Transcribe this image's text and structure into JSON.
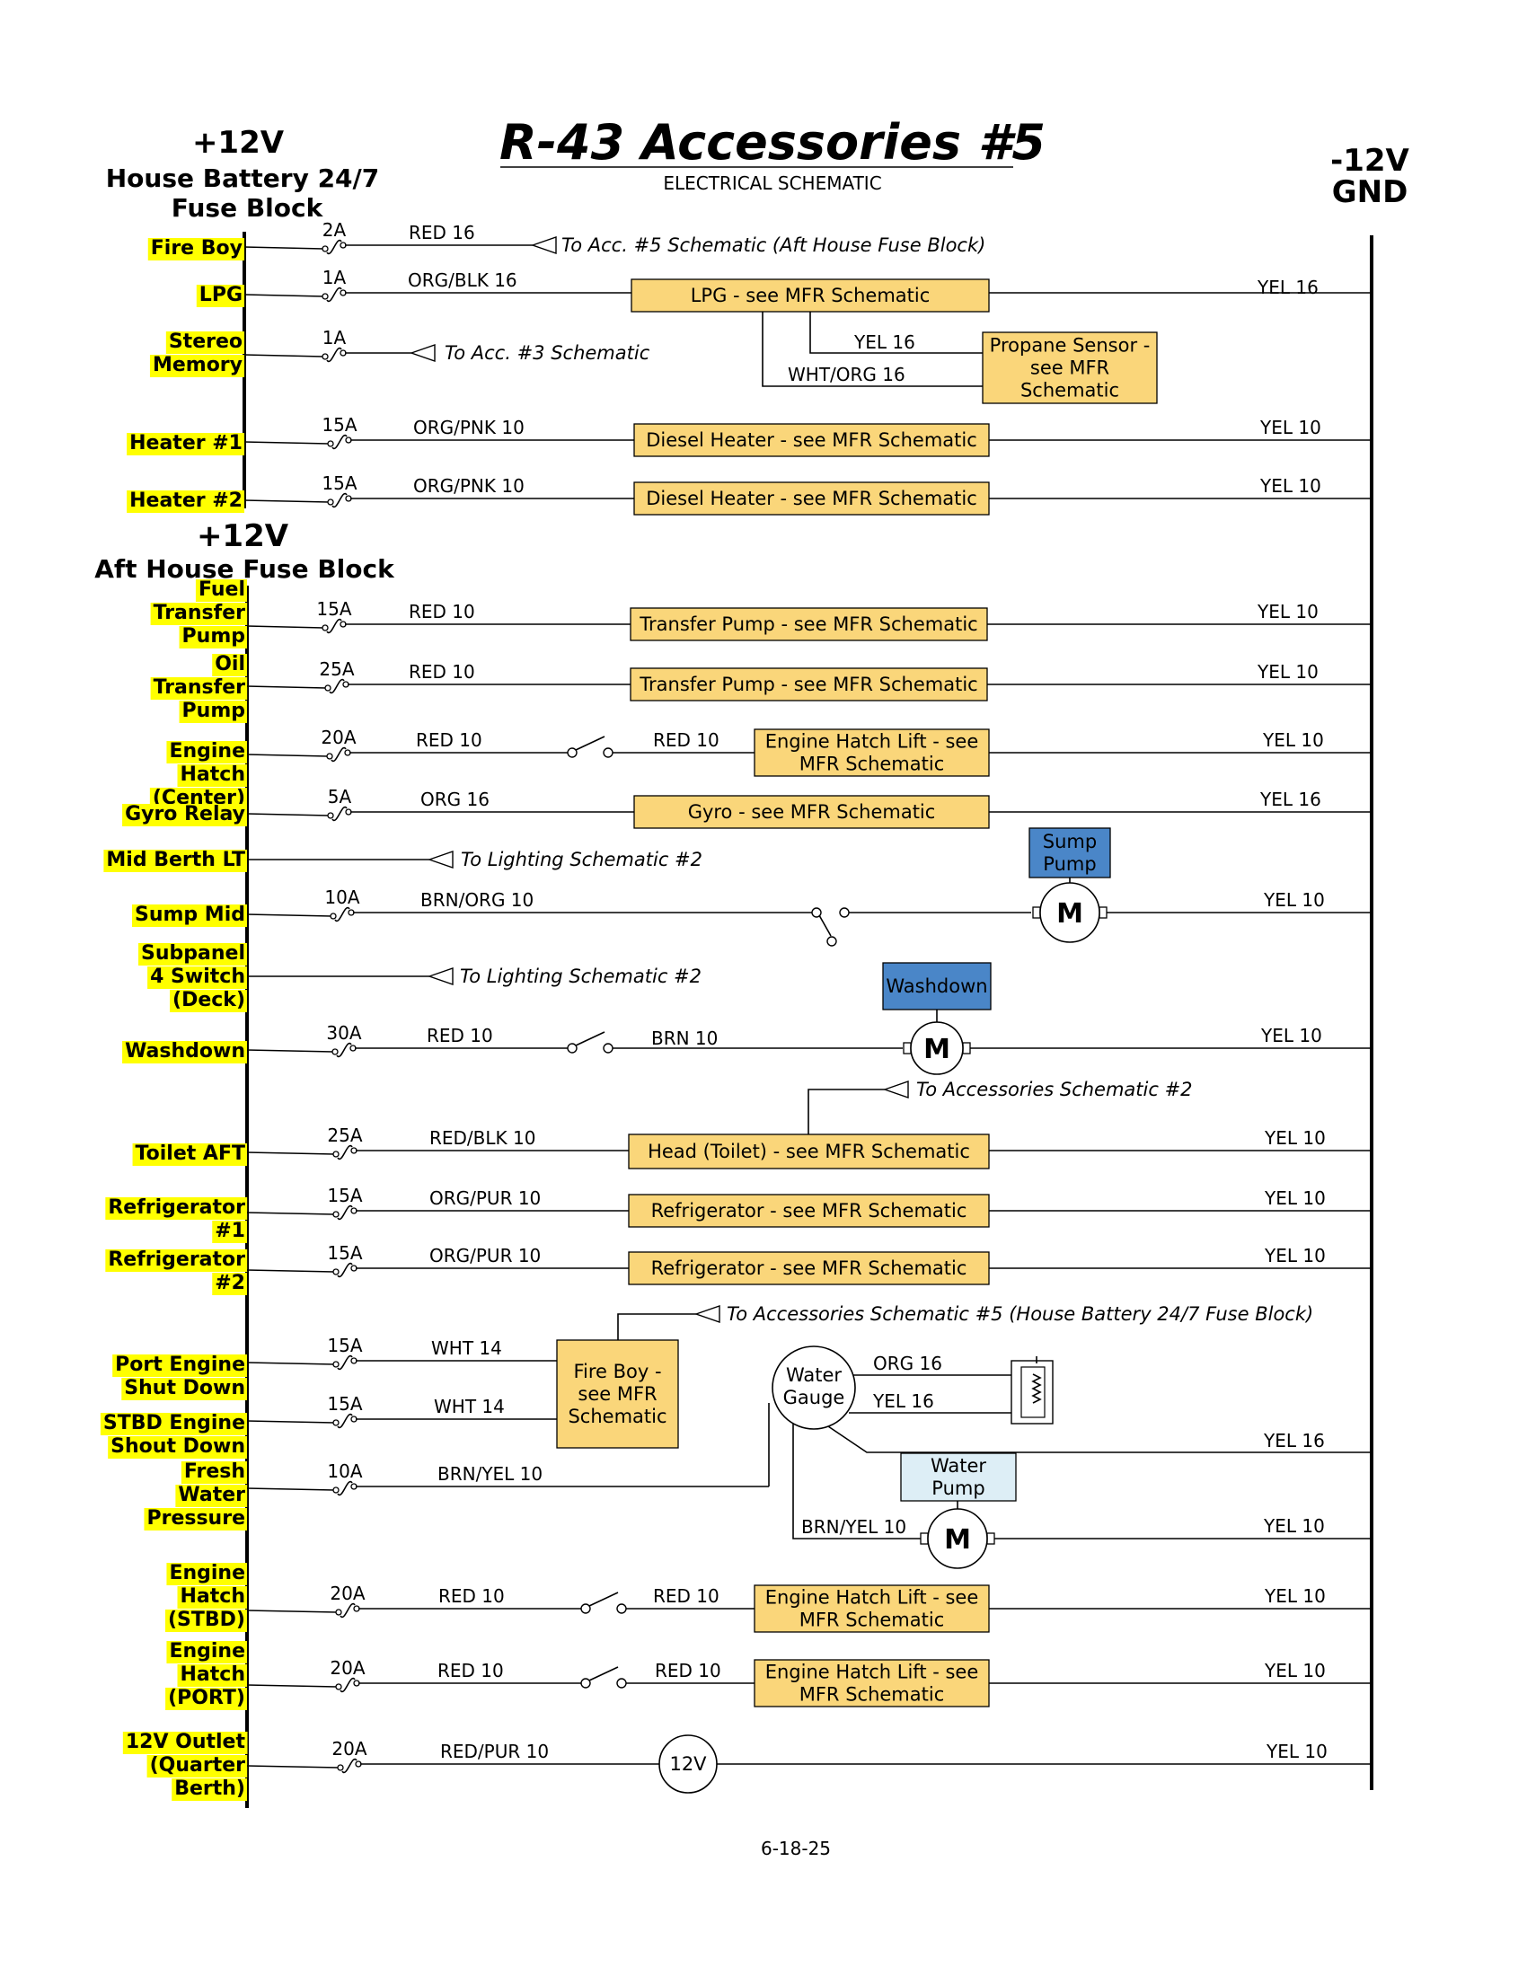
{
  "title": "R-43 Accessories #5",
  "subtitle": "ELECTRICAL SCHEMATIC",
  "date": "6-18-25",
  "left_header_1": {
    "voltage": "+12V",
    "name_line1": "House Battery 24/7",
    "name_line2": "Fuse Block"
  },
  "left_header_2": {
    "voltage": "+12V",
    "name": "Aft House Fuse Block"
  },
  "right_header": {
    "line1": "-12V",
    "line2": "GND"
  },
  "colors": {
    "highlight": "#ffff00",
    "mfr_box": "#fad67a",
    "blue_box": "#4a86c8",
    "light_blue_box": "#ddeef6"
  },
  "circuits": [
    {
      "label": [
        "Fire Boy"
      ],
      "fuse": "2A",
      "wire": "RED 16",
      "ref": "To Acc. #5 Schematic (Aft House Fuse Block)"
    },
    {
      "label": [
        "LPG"
      ],
      "fuse": "1A",
      "wire": "ORG/BLK 16",
      "box": "LPG - see MFR Schematic",
      "gnd": "YEL 16"
    },
    {
      "label": [
        "Stereo",
        "Memory"
      ],
      "fuse": "1A",
      "ref": "To Acc. #3 Schematic"
    },
    {
      "label": [
        "Heater #1"
      ],
      "fuse": "15A",
      "wire": "ORG/PNK 10",
      "box": "Diesel Heater - see MFR Schematic",
      "gnd": "YEL 10"
    },
    {
      "label": [
        "Heater #2"
      ],
      "fuse": "15A",
      "wire": "ORG/PNK 10",
      "box": "Diesel Heater - see MFR Schematic",
      "gnd": "YEL 10"
    },
    {
      "label": [
        "Fuel",
        "Transfer",
        "Pump"
      ],
      "fuse": "15A",
      "wire": "RED 10",
      "box": "Transfer Pump - see MFR Schematic",
      "gnd": "YEL 10"
    },
    {
      "label": [
        "Oil",
        "Transfer",
        "Pump"
      ],
      "fuse": "25A",
      "wire": "RED 10",
      "box": "Transfer Pump - see MFR Schematic",
      "gnd": "YEL 10"
    },
    {
      "label": [
        "Engine",
        "Hatch",
        "(Center)"
      ],
      "fuse": "20A",
      "wire": "RED 10",
      "wire2": "RED 10",
      "box": [
        "Engine Hatch Lift - see",
        "MFR Schematic"
      ],
      "gnd": "YEL 10"
    },
    {
      "label": [
        "Gyro Relay"
      ],
      "fuse": "5A",
      "wire": "ORG 16",
      "box": "Gyro - see MFR Schematic",
      "gnd": "YEL 16"
    },
    {
      "label": [
        "Mid Berth LT"
      ],
      "ref": "To Lighting Schematic #2"
    },
    {
      "label": [
        "Sump Mid"
      ],
      "fuse": "10A",
      "wire": "BRN/ORG 10",
      "motor": "M",
      "device": [
        "Sump",
        "Pump"
      ],
      "gnd": "YEL 10"
    },
    {
      "label": [
        "Subpanel",
        "4 Switch",
        "(Deck)"
      ],
      "ref": "To Lighting Schematic #2"
    },
    {
      "label": [
        "Washdown"
      ],
      "fuse": "30A",
      "wire": "RED 10",
      "wire2": "BRN 10",
      "motor": "M",
      "device": "Washdown",
      "gnd": "YEL 10"
    },
    {
      "label": [
        "Toilet AFT"
      ],
      "fuse": "25A",
      "wire": "RED/BLK 10",
      "box": "Head (Toilet) - see MFR Schematic",
      "gnd": "YEL 10",
      "ref": "To Accessories Schematic #2"
    },
    {
      "label": [
        "Refrigerator",
        "#1"
      ],
      "fuse": "15A",
      "wire": "ORG/PUR 10",
      "box": "Refrigerator - see MFR Schematic",
      "gnd": "YEL 10"
    },
    {
      "label": [
        "Refrigerator",
        "#2"
      ],
      "fuse": "15A",
      "wire": "ORG/PUR 10",
      "box": "Refrigerator - see MFR Schematic",
      "gnd": "YEL 10"
    },
    {
      "label": [
        "Port Engine",
        "Shut Down"
      ],
      "fuse": "15A",
      "wire": "WHT 14",
      "ref": "To Accessories Schematic #5 (House Battery 24/7 Fuse Block)"
    },
    {
      "label": [
        "STBD Engine",
        "Shout Down"
      ],
      "fuse": "15A",
      "wire": "WHT 14"
    },
    {
      "label": [
        "Fresh",
        "Water",
        "Pressure"
      ],
      "fuse": "10A",
      "wire": "BRN/YEL 10",
      "wire2": "BRN/YEL 10",
      "motor": "M",
      "device": [
        "Water",
        "Pump"
      ],
      "gnd": "YEL 10"
    },
    {
      "label": [
        "Engine",
        "Hatch",
        "(STBD)"
      ],
      "fuse": "20A",
      "wire": "RED 10",
      "wire2": "RED 10",
      "box": [
        "Engine Hatch Lift - see",
        "MFR Schematic"
      ],
      "gnd": "YEL 10"
    },
    {
      "label": [
        "Engine",
        "Hatch",
        "(PORT)"
      ],
      "fuse": "20A",
      "wire": "RED 10",
      "wire2": "RED 10",
      "box": [
        "Engine Hatch Lift - see",
        "MFR Schematic"
      ],
      "gnd": "YEL 10"
    },
    {
      "label": [
        "12V Outlet",
        "(Quarter",
        "Berth)"
      ],
      "fuse": "20A",
      "wire": "RED/PUR 10",
      "outlet": "12V",
      "gnd": "YEL 10"
    }
  ],
  "propane": {
    "box": [
      "Propane Sensor -",
      "see MFR",
      "Schematic"
    ],
    "wire1": "YEL 16",
    "wire2": "WHT/ORG 16"
  },
  "fireboy": {
    "box": [
      "Fire Boy -",
      "see MFR",
      "Schematic"
    ]
  },
  "water_gauge": {
    "label": [
      "Water",
      "Gauge"
    ],
    "wire1": "ORG 16",
    "wire2": "YEL 16",
    "gnd": "YEL 16"
  }
}
